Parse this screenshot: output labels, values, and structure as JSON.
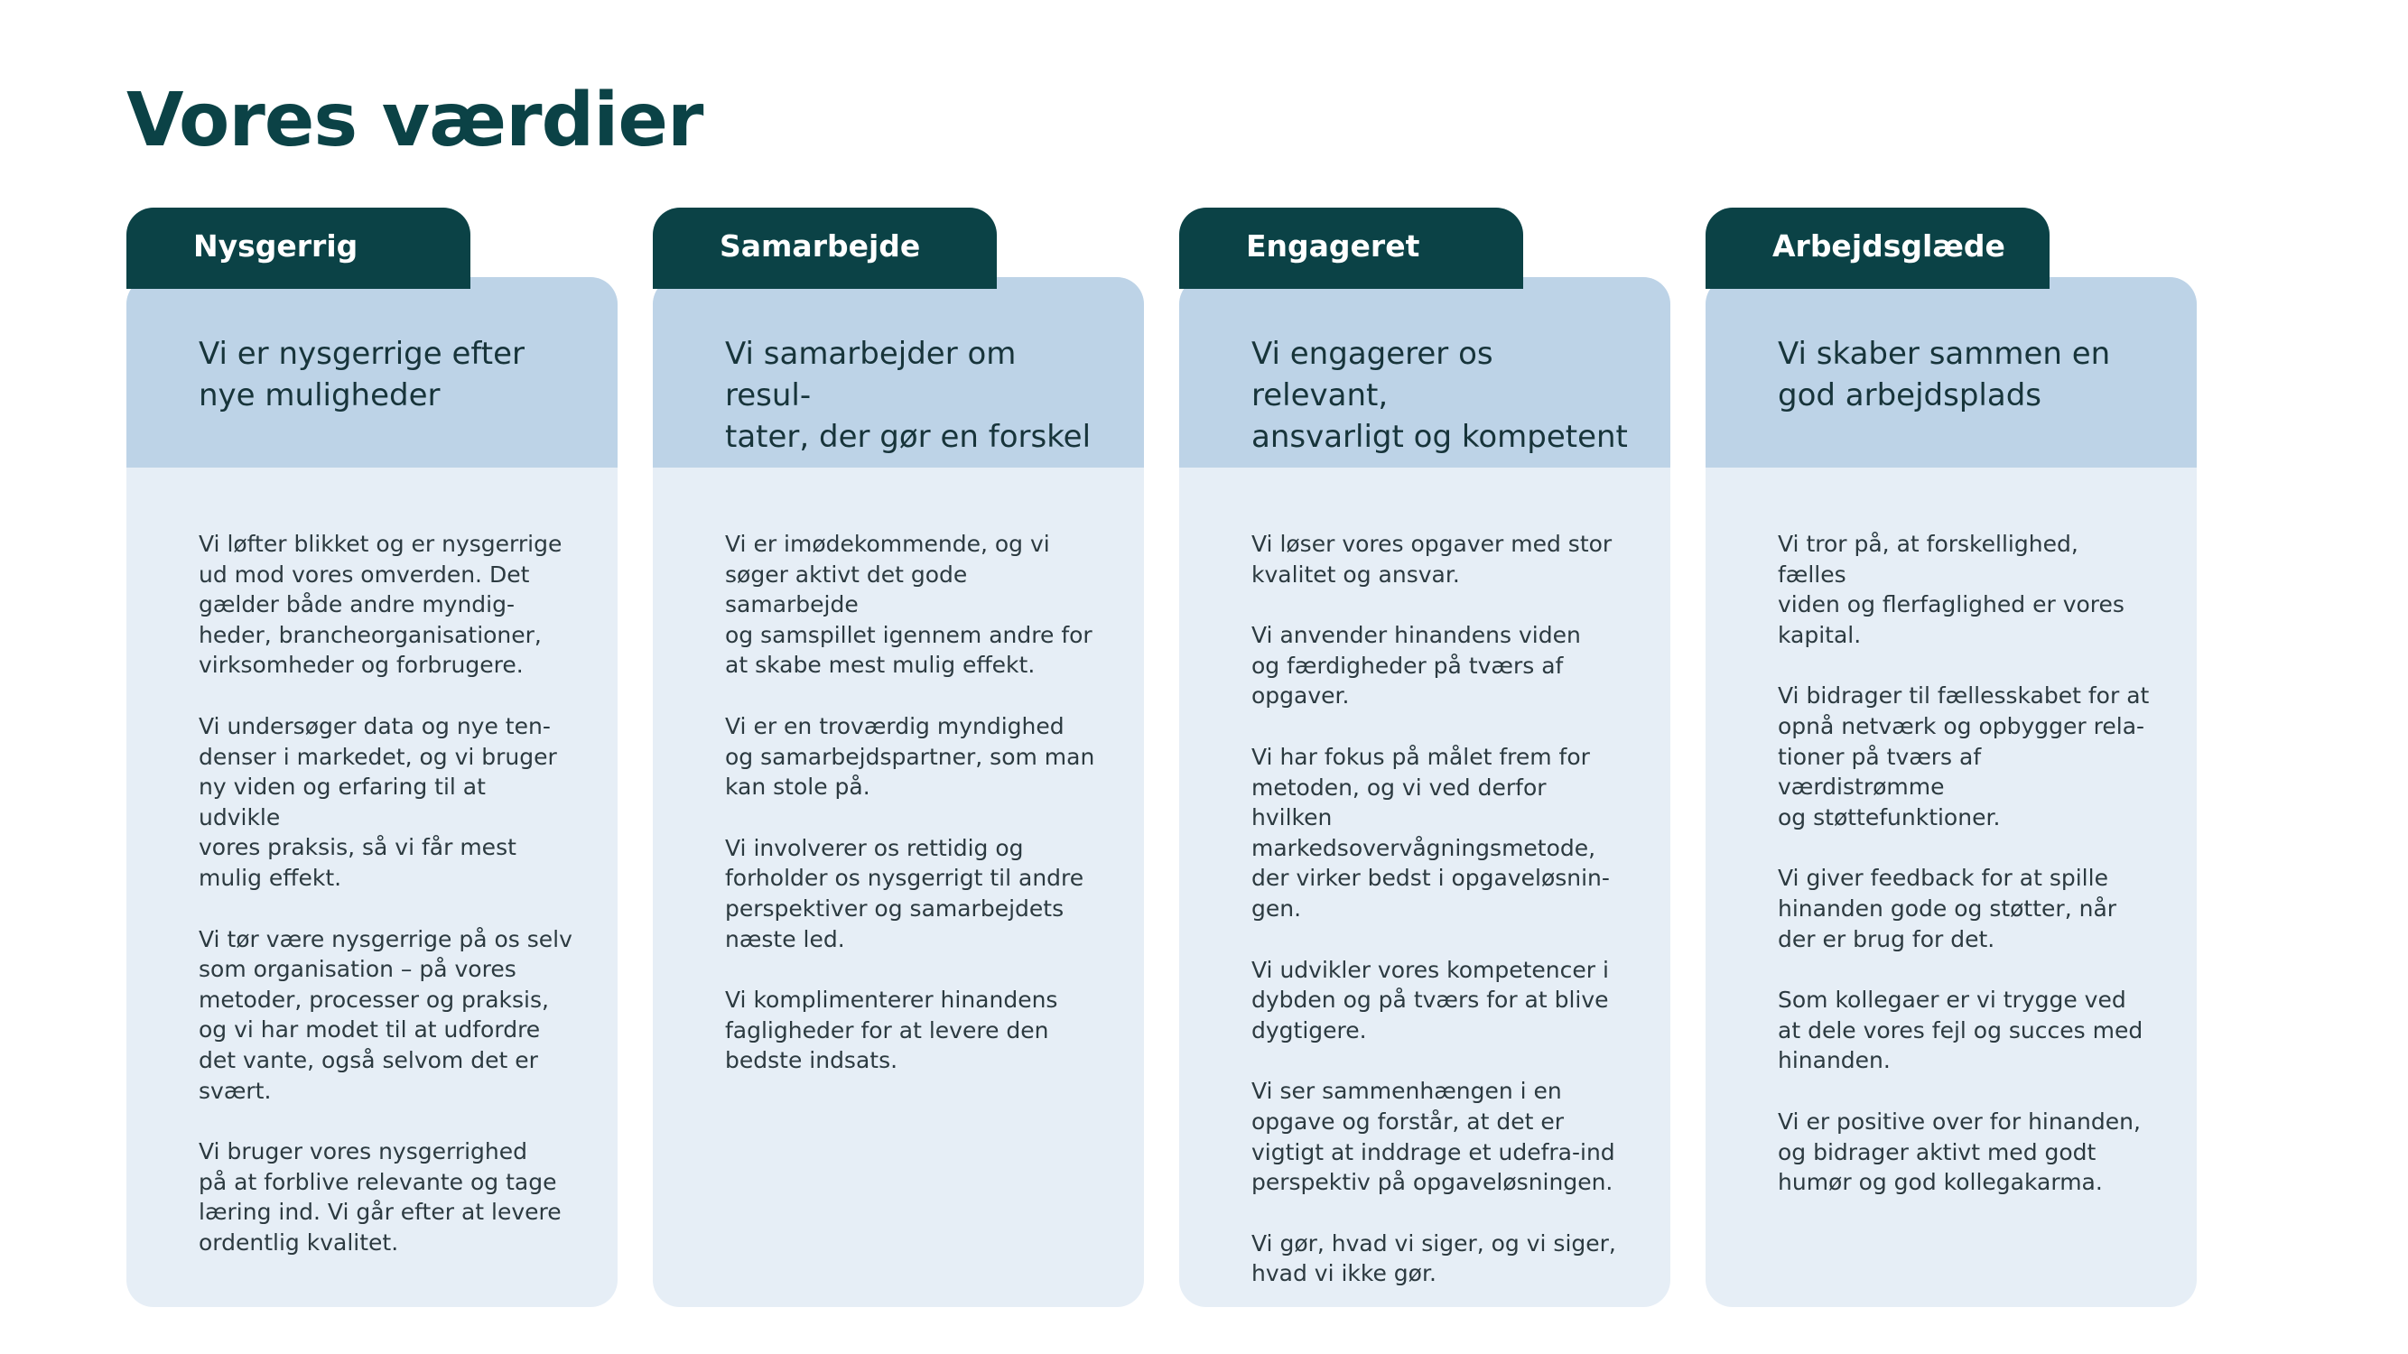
{
  "page": {
    "title": "Vores værdier"
  },
  "colors": {
    "title": "#0b4246",
    "tab_background": "#0b4246",
    "tab_text": "#ffffff",
    "header_band": "#bdd3e7",
    "card_background": "#e6eef6",
    "body_text": "#2c3a40"
  },
  "cards": [
    {
      "tab": "Nysgerrig",
      "headline": "Vi er nysgerrige efter\nnye muligheder",
      "paragraphs": [
        "Vi løfter blikket og er nysgerrige\nud mod vores omverden. Det\ngælder både andre myndig-\nheder, brancheorganisationer,\nvirksomheder og forbrugere.",
        "Vi undersøger data og nye ten-\ndenser i markedet, og vi bruger\nny viden og erfaring til at udvikle\nvores praksis, så vi får mest\nmulig effekt.",
        "Vi tør være nysgerrige på os selv\nsom organisation – på vores\nmetoder, processer og praksis,\nog vi har modet til at udfordre\ndet vante, også selvom det er\nsvært.",
        "Vi bruger vores nysgerrighed\npå at forblive relevante og tage\nlæring ind. Vi går efter at levere\nordentlig kvalitet."
      ]
    },
    {
      "tab": "Samarbejde",
      "headline": "Vi samarbejder om resul-\ntater, der gør en forskel",
      "paragraphs": [
        "Vi er imødekommende, og vi\nsøger aktivt det gode samarbejde\nog samspillet igennem andre for\nat skabe mest mulig effekt.",
        "Vi er en troværdig myndighed\nog samarbejdspartner, som man\nkan stole på.",
        "Vi involverer os rettidig og\nforholder os nysgerrigt til andre\nperspektiver og samarbejdets\nnæste led.",
        "Vi komplimenterer hinandens\nfagligheder for at levere den\nbedste indsats."
      ]
    },
    {
      "tab": "Engageret",
      "headline": "Vi engagerer os relevant,\nansvarligt og kompetent",
      "paragraphs": [
        "Vi løser vores opgaver med stor\nkvalitet og ansvar.",
        "Vi anvender hinandens viden\nog færdigheder på tværs af\nopgaver.",
        "Vi har fokus på målet frem for\nmetoden, og vi ved derfor hvilken\nmarkedsovervågningsmetode,\nder virker bedst i opgaveløsnin-\ngen.",
        "Vi udvikler vores kompetencer i\ndybden og på tværs for at blive\ndygtigere.",
        "Vi ser sammenhængen i en\nopgave og forstår, at det er\nvigtigt at inddrage et udefra-ind\nperspektiv på opgaveløsningen.",
        "Vi gør, hvad vi siger, og vi siger,\nhvad vi ikke gør."
      ]
    },
    {
      "tab": "Arbejdsglæde",
      "headline": "Vi skaber sammen en\ngod arbejdsplads",
      "paragraphs": [
        "Vi tror på, at forskellighed, fælles\nviden og flerfaglighed er vores\nkapital.",
        "Vi bidrager til fællesskabet for at\nopnå netværk og opbygger rela-\ntioner på tværs af værdistrømme\nog støttefunktioner.",
        "Vi giver feedback for at spille\nhinanden gode og støtter, når\nder er brug for det.",
        "Som kollegaer er vi trygge ved\nat dele vores fejl og succes med\nhinanden.",
        "Vi er positive over for hinanden,\nog bidrager aktivt med godt\nhumør og god kollegakarma."
      ]
    }
  ]
}
